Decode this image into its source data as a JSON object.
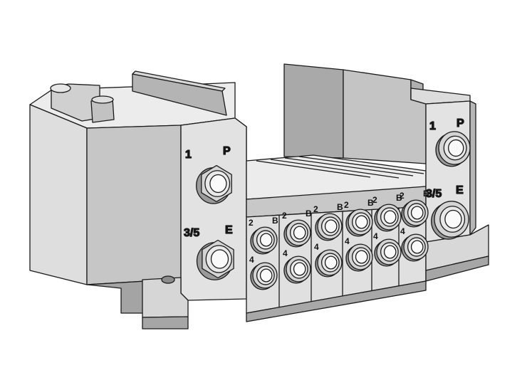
{
  "colors": {
    "background": "#ffffff",
    "outline": "#1a1a1a",
    "face_front": "#e2e2e2",
    "face_top": "#eeeeee",
    "face_side": "#bdbdbd",
    "face_shadow": "#9a9a9a",
    "fitting": "#d4d4d4"
  },
  "left_end_plate": {
    "supply_label_num": "1",
    "supply_label_letter": "P",
    "exhaust_label_num": "3/5",
    "exhaust_label_letter": "E"
  },
  "right_end_plate": {
    "supply_label_num": "1",
    "supply_label_letter": "P",
    "exhaust_label_num": "3/5",
    "exhaust_label_letter": "E"
  },
  "stations": [
    {
      "port_a_num": "2",
      "port_b_letter": "B",
      "port_lower_num": "4"
    },
    {
      "port_a_num": "2",
      "port_b_letter": "B",
      "port_lower_num": "4"
    },
    {
      "port_a_num": "2",
      "port_b_letter": "B",
      "port_lower_num": "4"
    },
    {
      "port_a_num": "2",
      "port_b_letter": "B",
      "port_lower_num": "4"
    },
    {
      "port_a_num": "2",
      "port_b_letter": "B",
      "port_lower_num": "4"
    },
    {
      "port_a_num": "2",
      "port_b_letter": "B",
      "port_lower_num": "4"
    }
  ]
}
